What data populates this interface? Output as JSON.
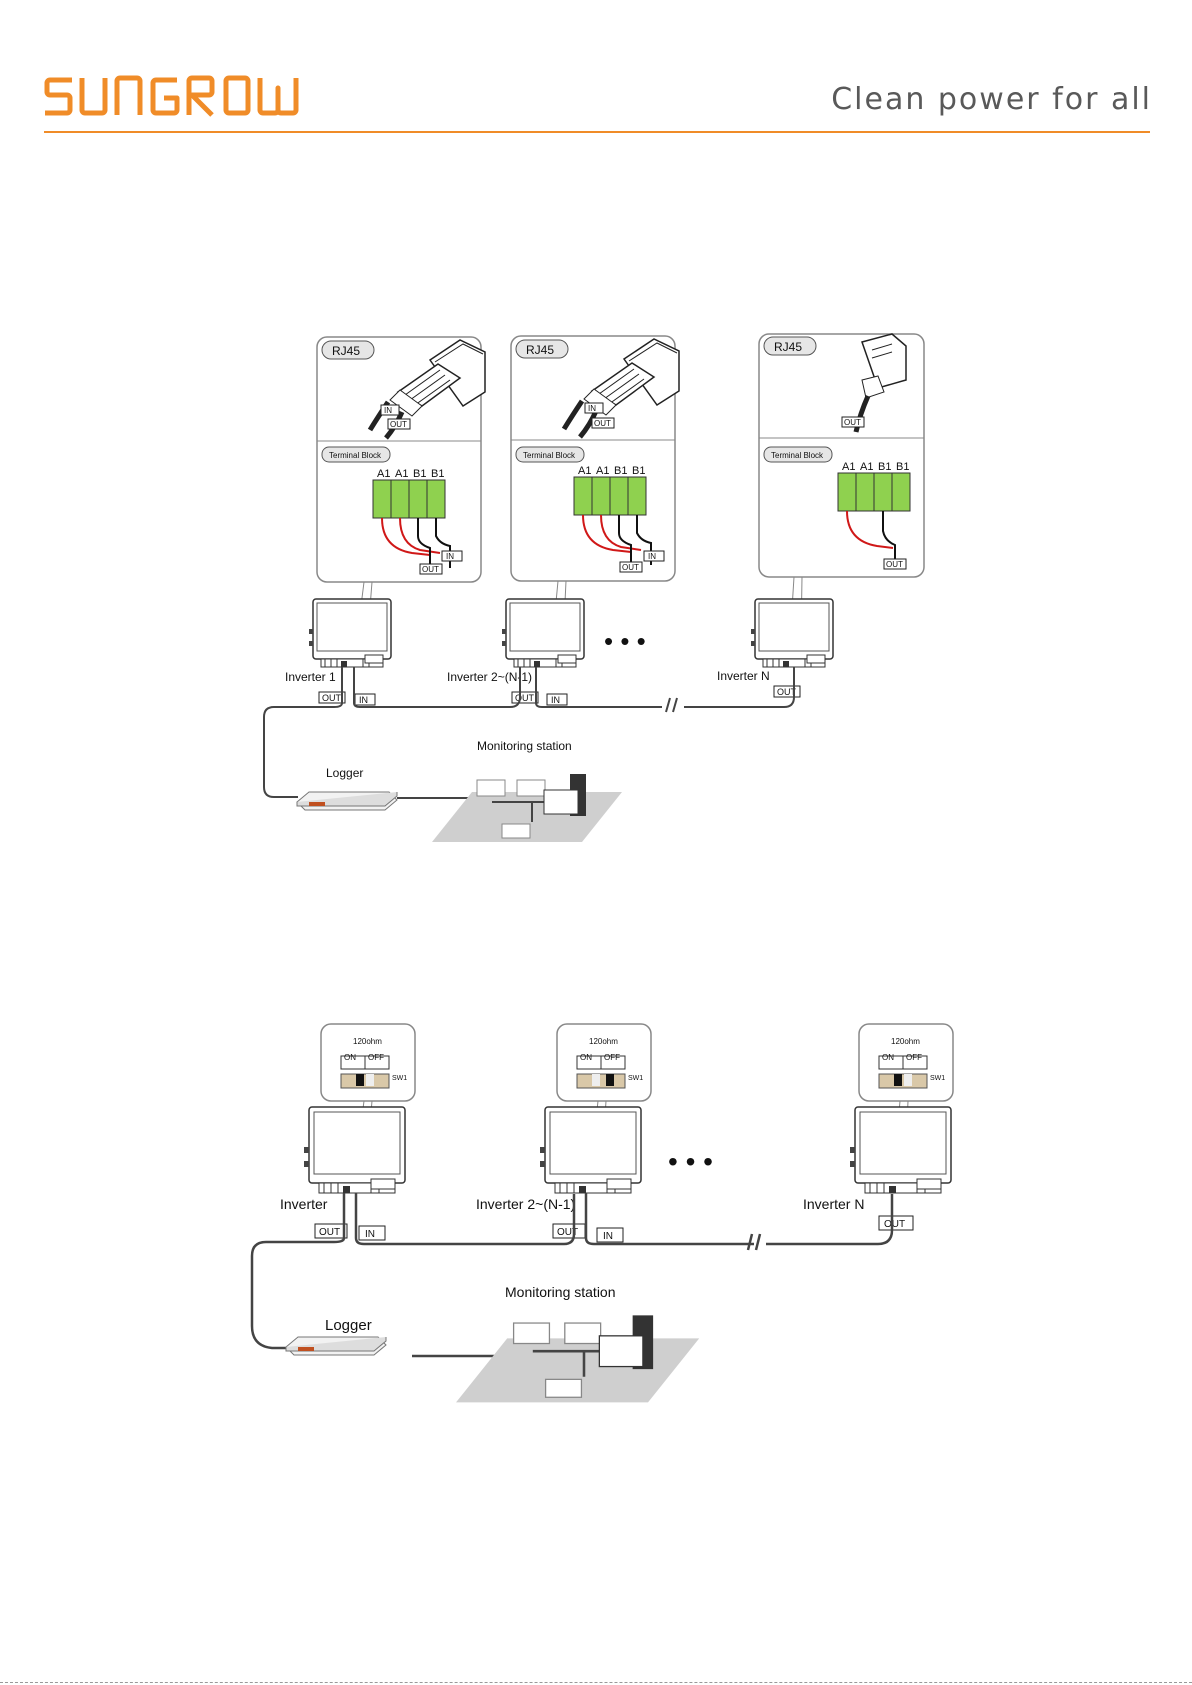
{
  "header": {
    "brand": "SUNGROW",
    "tagline": "Clean power for all",
    "accent_color": "#f08c28"
  },
  "diagram1": {
    "rj45_label": "RJ45",
    "terminal_block_label": "Terminal Block",
    "terminals": [
      "A1",
      "A1",
      "B1",
      "B1"
    ],
    "in_label": "IN",
    "out_label": "OUT",
    "inverters": [
      "Inverter 1",
      "Inverter 2~(N-1)",
      "Inverter N"
    ],
    "logger": "Logger",
    "monitoring": "Monitoring station",
    "ellipsis": "• • •"
  },
  "diagram2": {
    "resistor": "120ohm",
    "on": "ON",
    "off": "OFF",
    "switch": "SW1",
    "in_label": "IN",
    "out_label": "OUT",
    "inverters": [
      "Inverter",
      "Inverter 2~(N-1)",
      "Inverter N"
    ],
    "logger": "Logger",
    "monitoring": "Monitoring station",
    "ellipsis": "• • •"
  }
}
